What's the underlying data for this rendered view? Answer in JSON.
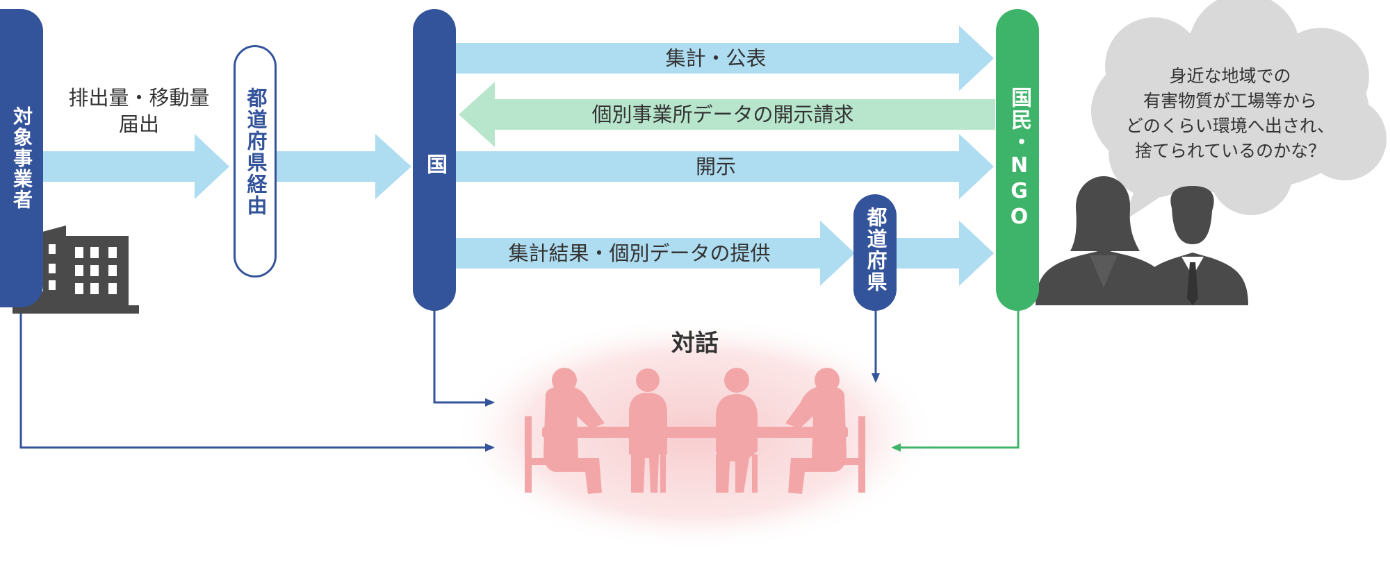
{
  "nodes": {
    "target_business": "対象事業者",
    "prefecture_route": "都道府県経由",
    "country": "国",
    "citizens_ngo": "国民・NGO",
    "prefecture": "都道府県"
  },
  "edges": {
    "emission_report": [
      "排出量・移動量",
      "届出"
    ],
    "aggregate_publish": "集計・公表",
    "disclosure_request": "個別事業所データの開示請求",
    "disclosure": "開示",
    "provide_results": "集計結果・個別データの提供"
  },
  "dialogue": {
    "label": "対話"
  },
  "speech_bubble": {
    "lines": [
      "身近な地域での",
      "有害物質が工場等から",
      "どのくらい環境へ出され、",
      "捨てられているのかな？"
    ]
  },
  "colors": {
    "navy": "#33539A",
    "green": "#3EB46A",
    "light_blue_arrow": "#AEDCF0",
    "light_green_arrow": "#B8E6CC",
    "dialogue_pink": "#F2A6A8",
    "silhouette": "#4A4A4A",
    "bubble_gray": "#D9D9D9"
  },
  "icons": [
    "office-building-icon",
    "businesswoman-icon",
    "businessman-icon",
    "meeting-table-icon"
  ]
}
